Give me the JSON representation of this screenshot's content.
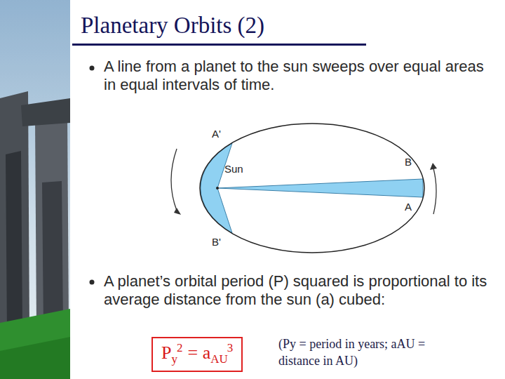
{
  "diagram": {
    "title": "Planetary Orbits (2)",
    "nodes": [
      {
        "text": [
          "P",
          "y",
          "2",
          "= a",
          "AU",
          "3"
        ]
      }
    ],
    "labels": [
      "A line from a planet to the sun sweeps over equal areas in equal intervals of time.",
      "A'",
      "Sun",
      "B",
      "A",
      "B'",
      "A planet’s orbital period (P) squared is proportional to its average distance from the sun (a) cubed:",
      "(Py = period in years; aAU = distance in AU)"
    ]
  }
}
